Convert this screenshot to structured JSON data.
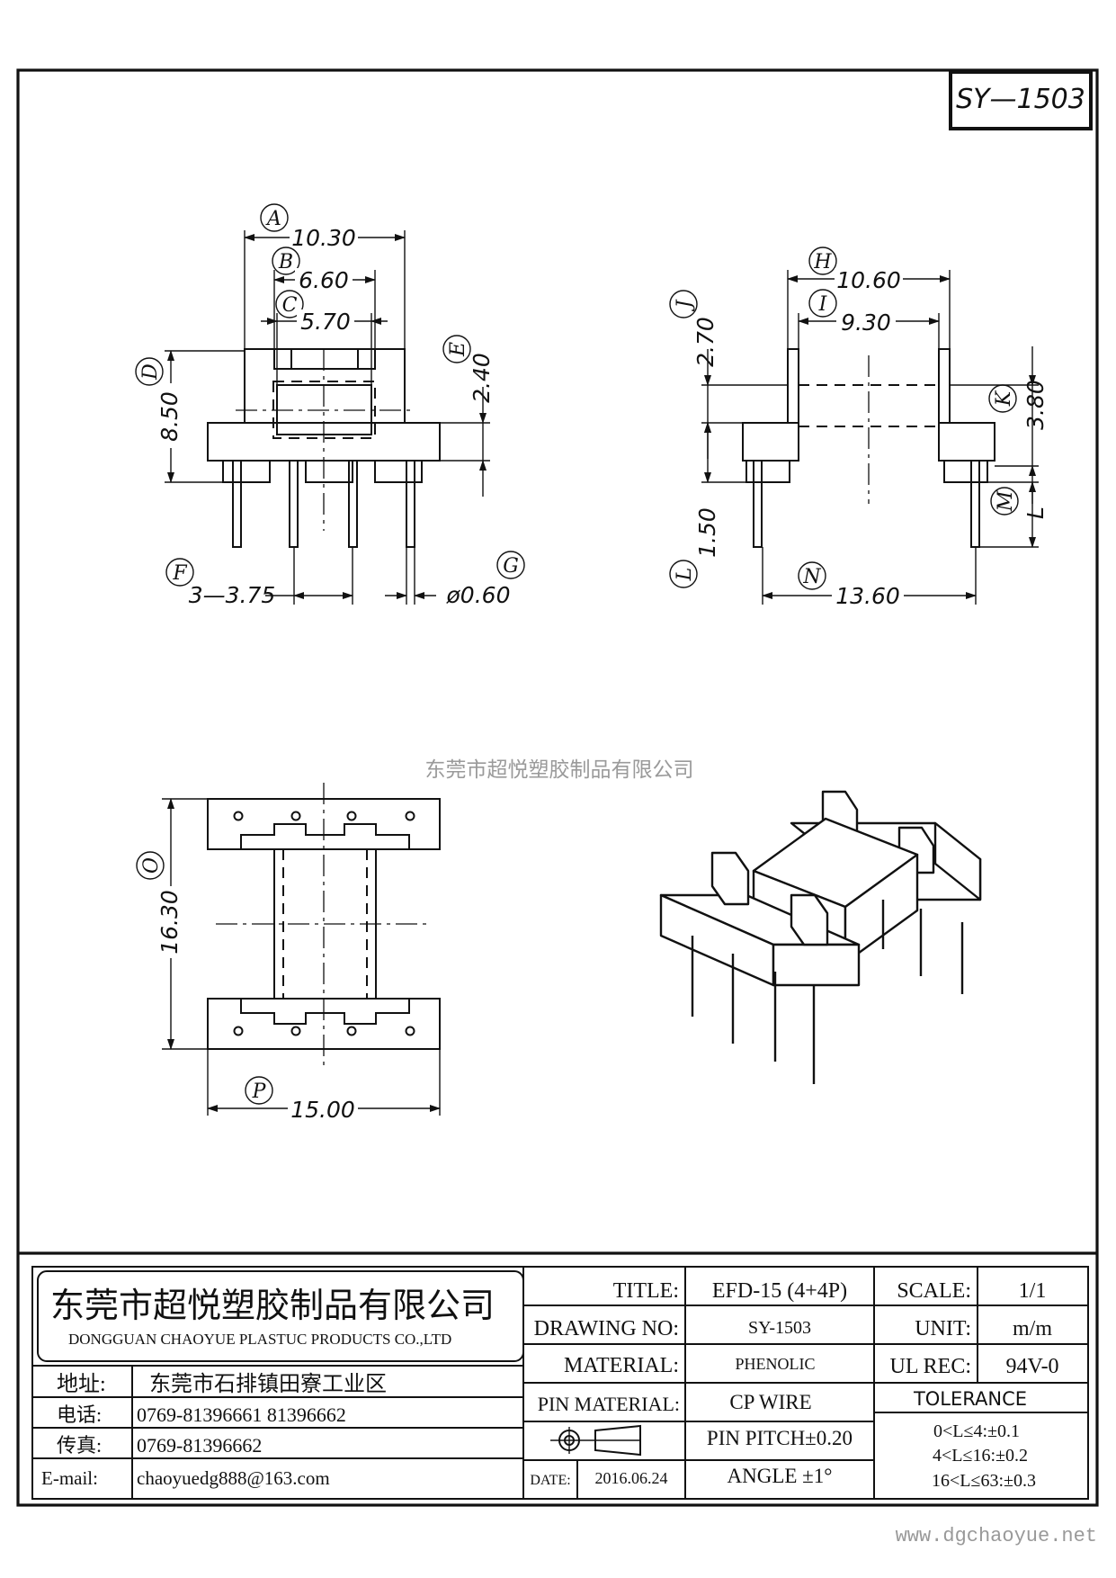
{
  "part_no": "SY—1503",
  "watermark": "东莞市超悦塑胶制品有限公司",
  "website": "www.dgchaoyue.net",
  "front_view": {
    "A": {
      "letter": "A",
      "value": "10.30"
    },
    "B": {
      "letter": "B",
      "value": "6.60"
    },
    "C": {
      "letter": "C",
      "value": "5.70"
    },
    "D": {
      "letter": "D",
      "value": "8.50"
    },
    "E": {
      "letter": "E",
      "value": "2.40"
    },
    "F": {
      "letter": "F",
      "value": "3—3.75"
    },
    "G": {
      "letter": "G",
      "value": "ø0.60"
    }
  },
  "side_view": {
    "H": {
      "letter": "H",
      "value": "10.60"
    },
    "I": {
      "letter": "I",
      "value": "9.30"
    },
    "J": {
      "letter": "J",
      "value": "2.70"
    },
    "K": {
      "letter": "K",
      "value": "3.80"
    },
    "L": {
      "letter": "L",
      "value": "1.50"
    },
    "M": {
      "letter": "M",
      "value": "L"
    },
    "N": {
      "letter": "N",
      "value": "13.60"
    }
  },
  "top_view": {
    "O": {
      "letter": "O",
      "value": "16.30"
    },
    "P": {
      "letter": "P",
      "value": "15.00"
    }
  },
  "title_block": {
    "company_cn": "东莞市超悦塑胶制品有限公司",
    "company_en": "DONGGUAN CHAOYUE PLASTUC PRODUCTS CO.,LTD",
    "address_label": "地址:",
    "address": "东莞市石排镇田寮工业区",
    "phone_label": "电话:",
    "phone": "0769-81396661  81396662",
    "fax_label": "传真:",
    "fax": "0769-81396662",
    "email_label": "E-mail:",
    "email": "chaoyuedg888@163.com",
    "title_label": "TITLE:",
    "title": "EFD-15 (4+4P)",
    "drawing_no_label": "DRAWING NO:",
    "drawing_no": "SY-1503",
    "material_label": "MATERIAL:",
    "material": "PHENOLIC",
    "pin_material_label": "PIN MATERIAL:",
    "pin_material": "CP WIRE",
    "pin_pitch": "PIN PITCH±0.20",
    "date_label": "DATE:",
    "date": "2016.06.24",
    "angle": "ANGLE  ±1°",
    "scale_label": "SCALE:",
    "scale": "1/1",
    "unit_label": "UNIT:",
    "unit": "m/m",
    "ul_label": "UL REC:",
    "ul": "94V-0",
    "tolerance_label": "TOLERANCE",
    "tol1": "0<L≤4:±0.1",
    "tol2": "4<L≤16:±0.2",
    "tol3": "16<L≤63:±0.3"
  }
}
